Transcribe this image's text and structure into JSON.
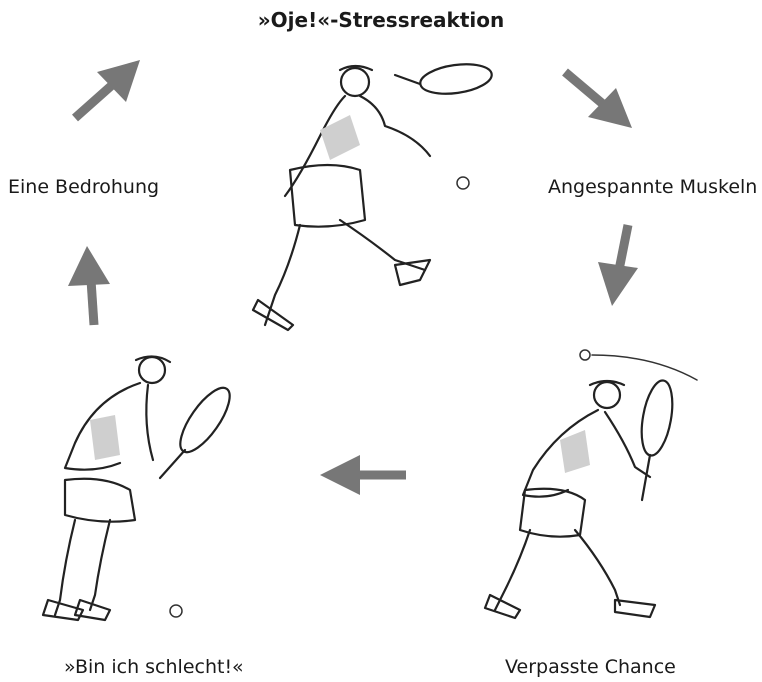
{
  "diagram": {
    "title": "»Oje!«-Stressreaktion",
    "stages": [
      {
        "label": "Eine Bedrohung"
      },
      {
        "label": "Angespannte Muskeln"
      },
      {
        "label": "Verpasste Chance"
      },
      {
        "label": "»Bin ich schlecht!«"
      }
    ],
    "figures": [
      "tennis-player-stretching",
      "tennis-player-tense",
      "tennis-player-hunched"
    ],
    "colors": {
      "arrow": "#777777",
      "text": "#1a1a1a",
      "background": "#ffffff"
    }
  }
}
